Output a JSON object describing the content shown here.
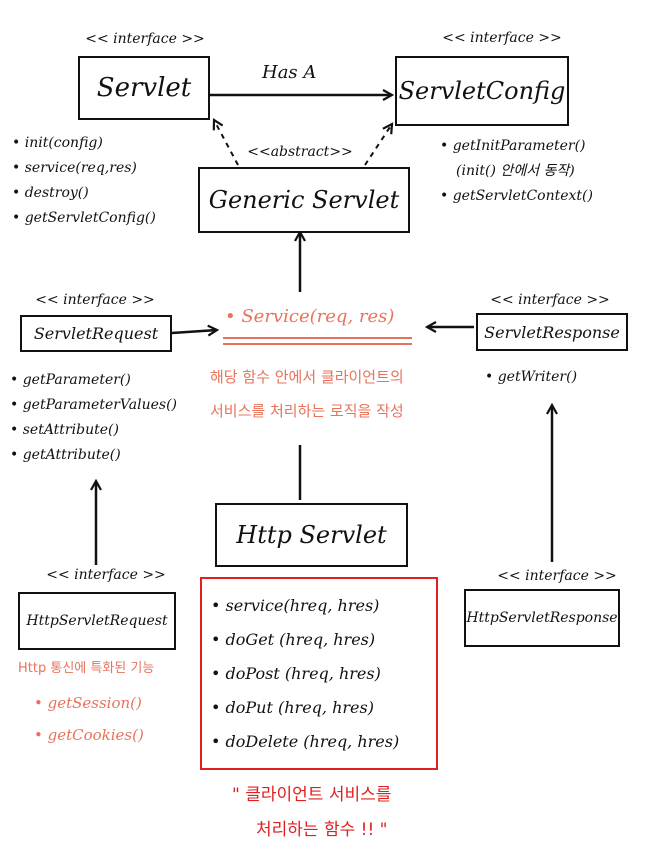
{
  "colors": {
    "ink": "#111111",
    "accent": "#e8735a",
    "highlight": "#e02020"
  },
  "servlet": {
    "stereotype": "<< interface >>",
    "name": "Servlet",
    "methods": [
      "init(config)",
      "service(req,res)",
      "destroy()",
      "getServletConfig()"
    ]
  },
  "servlet_config": {
    "stereotype": "<< interface >>",
    "name": "ServletConfig",
    "methods": [
      "getInitParameter()",
      "(init() 안에서 동작)",
      "getServletContext()"
    ]
  },
  "has_a_label": "Has A",
  "generic_servlet": {
    "stereotype": "<<abstract>>",
    "name": "Generic Servlet"
  },
  "servlet_request": {
    "stereotype": "<< interface >>",
    "name": "ServletRequest",
    "methods": [
      "getParameter()",
      "getParameterValues()",
      "setAttribute()",
      "getAttribute()"
    ]
  },
  "servlet_response": {
    "stereotype": "<< interface >>",
    "name": "ServletResponse",
    "methods": [
      "getWriter()"
    ]
  },
  "service_center": {
    "label": "Service(req, res)",
    "note_line1": "해당 함수 안에서 클라이언트의",
    "note_line2": "서비스를  처리하는 로직을 작성"
  },
  "http_servlet": {
    "name": "Http Servlet",
    "methods": [
      "service(hreq, hres)",
      "doGet (hreq, hres)",
      "doPost (hreq, hres)",
      "doPut (hreq, hres)",
      "doDelete (hreq, hres)"
    ]
  },
  "http_servlet_request": {
    "stereotype": "<< interface >>",
    "name": "HttpServletRequest",
    "note": "Http 통신에 특화된 기능",
    "methods": [
      "getSession()",
      "getCookies()"
    ]
  },
  "http_servlet_response": {
    "stereotype": "<< interface >>",
    "name": "HttpServletResponse"
  },
  "bottom_note": {
    "line1": "\" 클라이언트 서비스를",
    "line2": "처리하는 함수 !! \""
  }
}
